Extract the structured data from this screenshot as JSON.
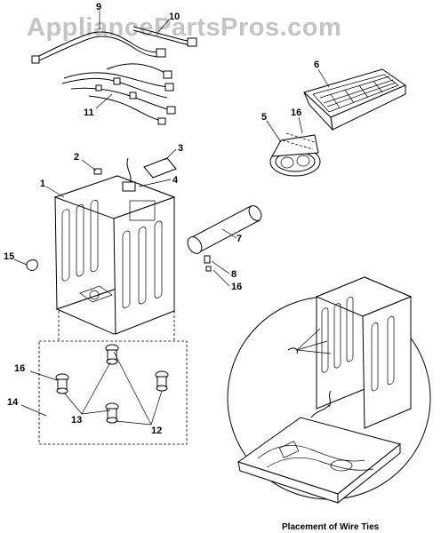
{
  "watermark": "AppliancePartsPros.com",
  "callouts": {
    "c1": "1",
    "c2": "2",
    "c3": "3",
    "c4": "4",
    "c5": "5",
    "c6": "6",
    "c7": "7",
    "c8": "8",
    "c9": "9",
    "c10": "10",
    "c11": "11",
    "c12": "12",
    "c13": "13",
    "c14": "14",
    "c15": "15",
    "c16a": "16",
    "c16b": "16",
    "c16c": "16"
  },
  "inset_caption": "Placement of Wire Ties"
}
